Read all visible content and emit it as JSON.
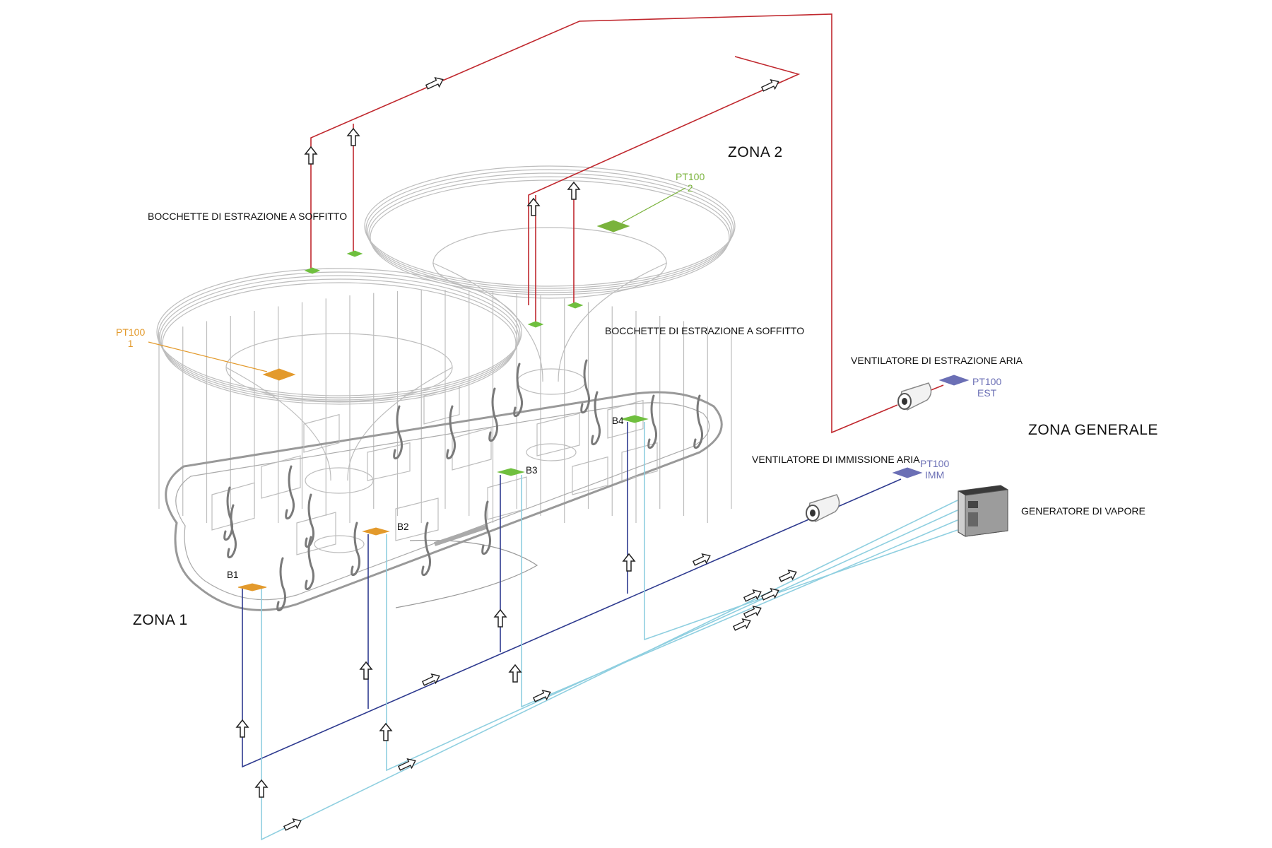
{
  "zones": {
    "zona1": "ZONA 1",
    "zona2": "ZONA 2",
    "generale": "ZONA GENERALE"
  },
  "labels": {
    "bocchette_sx": "BOCCHETTE DI ESTRAZIONE A SOFFITTO",
    "bocchette_dx": "BOCCHETTE DI ESTRAZIONE A SOFFITTO",
    "ventilatore_estrazione": "VENTILATORE DI ESTRAZIONE ARIA",
    "ventilatore_immissione": "VENTILATORE DI IMMISSIONE ARIA",
    "generatore": "GENERATORE DI VAPORE"
  },
  "sensors": {
    "pt1": {
      "line1": "PT100",
      "line2": "1"
    },
    "pt2": {
      "line1": "PT100",
      "line2": "2"
    },
    "est": {
      "line1": "PT100",
      "line2": "EST"
    },
    "imm": {
      "line1": "PT100",
      "line2": "IMM"
    }
  },
  "outlets": {
    "b1": "B1",
    "b2": "B2",
    "b3": "B3",
    "b4": "B4"
  },
  "colors": {
    "exhaust_duct": "#c0282e",
    "supply_duct": "#2e3a8f",
    "steam_line": "#8fcfe0",
    "structure": "#b8b8b8",
    "pt1": "#e39a2c",
    "pt2": "#7ab33c",
    "pt_general": "#6b6fb5",
    "b3_b4": "#6fbf3e"
  }
}
